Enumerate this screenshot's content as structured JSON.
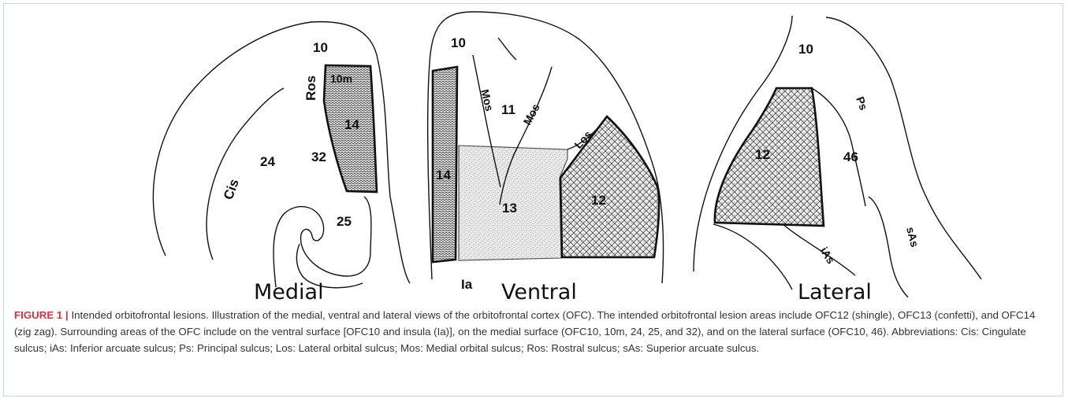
{
  "figure": {
    "views": {
      "medial": {
        "title": "Medial",
        "labels": {
          "a10": "10",
          "a10m": "10m",
          "ros": "Ros",
          "a14": "14",
          "cis": "Cis",
          "a24": "24",
          "a32": "32",
          "a25": "25"
        }
      },
      "ventral": {
        "title": "Ventral",
        "labels": {
          "a10": "10",
          "mos1": "Mos",
          "a11": "11",
          "mos2": "Mos",
          "los": "Los",
          "a14": "14",
          "a13": "13",
          "a12": "12",
          "ia": "Ia"
        }
      },
      "lateral": {
        "title": "Lateral",
        "labels": {
          "a10": "10",
          "ps": "Ps",
          "a46": "46",
          "a12": "12",
          "sas": "sAs",
          "ias": "iAs"
        }
      }
    },
    "colors": {
      "border": "#c8d6e0",
      "figure_label": "#e0313b",
      "caption_text": "#333333"
    }
  },
  "caption": {
    "figure_id": "FIGURE 1",
    "separator": "|",
    "text": "Intended orbitofrontal lesions. Illustration of the medial, ventral and lateral views of the orbitofrontal cortex (OFC). The intended orbitofrontal lesion areas include OFC12 (shingle), OFC13 (confetti), and OFC14 (zig zag). Surrounding areas of the OFC include on the ventral surface [OFC10 and insula (Ia)], on the medial surface (OFC10, 10m, 24, 25, and 32), and on the lateral surface (OFC10, 46). Abbreviations: Cis: Cingulate sulcus; iAs: Inferior arcuate sulcus; Ps: Principal sulcus; Los: Lateral orbital sulcus; Mos: Medial orbital sulcus; Ros: Rostral sulcus; sAs: Superior arcuate sulcus."
  }
}
